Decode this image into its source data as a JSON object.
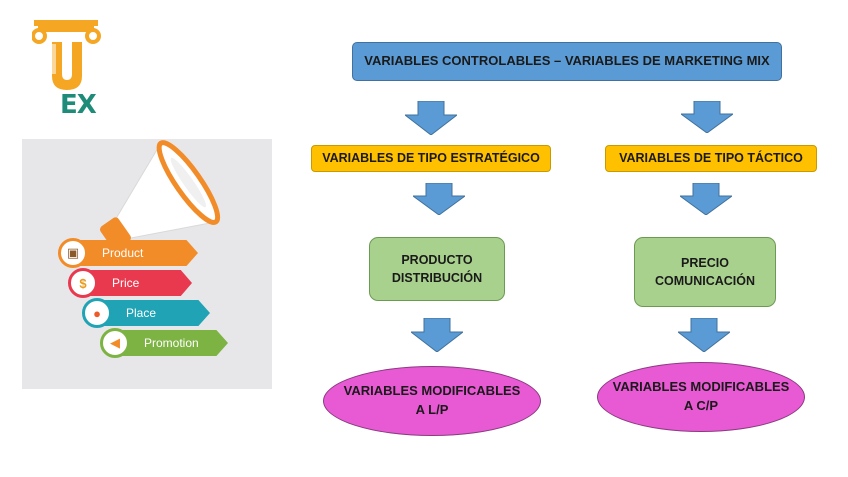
{
  "logo": {
    "letters": "EX"
  },
  "marketing_mix": {
    "items": [
      {
        "label": "Product",
        "color": "#f28c28",
        "icon": "box-icon"
      },
      {
        "label": "Price",
        "color": "#e8394f",
        "icon": "dollar-coin-icon"
      },
      {
        "label": "Place",
        "color": "#1fa3b5",
        "icon": "map-pin-icon"
      },
      {
        "label": "Promotion",
        "color": "#7cb342",
        "icon": "megaphone-icon"
      }
    ]
  },
  "diagram": {
    "header": "VARIABLES CONTROLABLES – VARIABLES DE MARKETING MIX",
    "left": {
      "type": "VARIABLES DE TIPO ESTRATÉGICO",
      "items_line1": "PRODUCTO",
      "items_line2": "DISTRIBUCIÓN",
      "result_line1": "VARIABLES MODIFICABLES",
      "result_line2": "A L/P"
    },
    "right": {
      "type": "VARIABLES DE TIPO TÁCTICO",
      "items_line1": "PRECIO",
      "items_line2": "COMUNICACIÓN",
      "result_line1": "VARIABLES MODIFICABLES",
      "result_line2": "A C/P"
    }
  },
  "colors": {
    "header": "#5b9bd5",
    "type_box": "#ffc000",
    "green_box": "#a9d18e",
    "ellipse": "#e859d4",
    "arrow": "#5b9bd5"
  }
}
